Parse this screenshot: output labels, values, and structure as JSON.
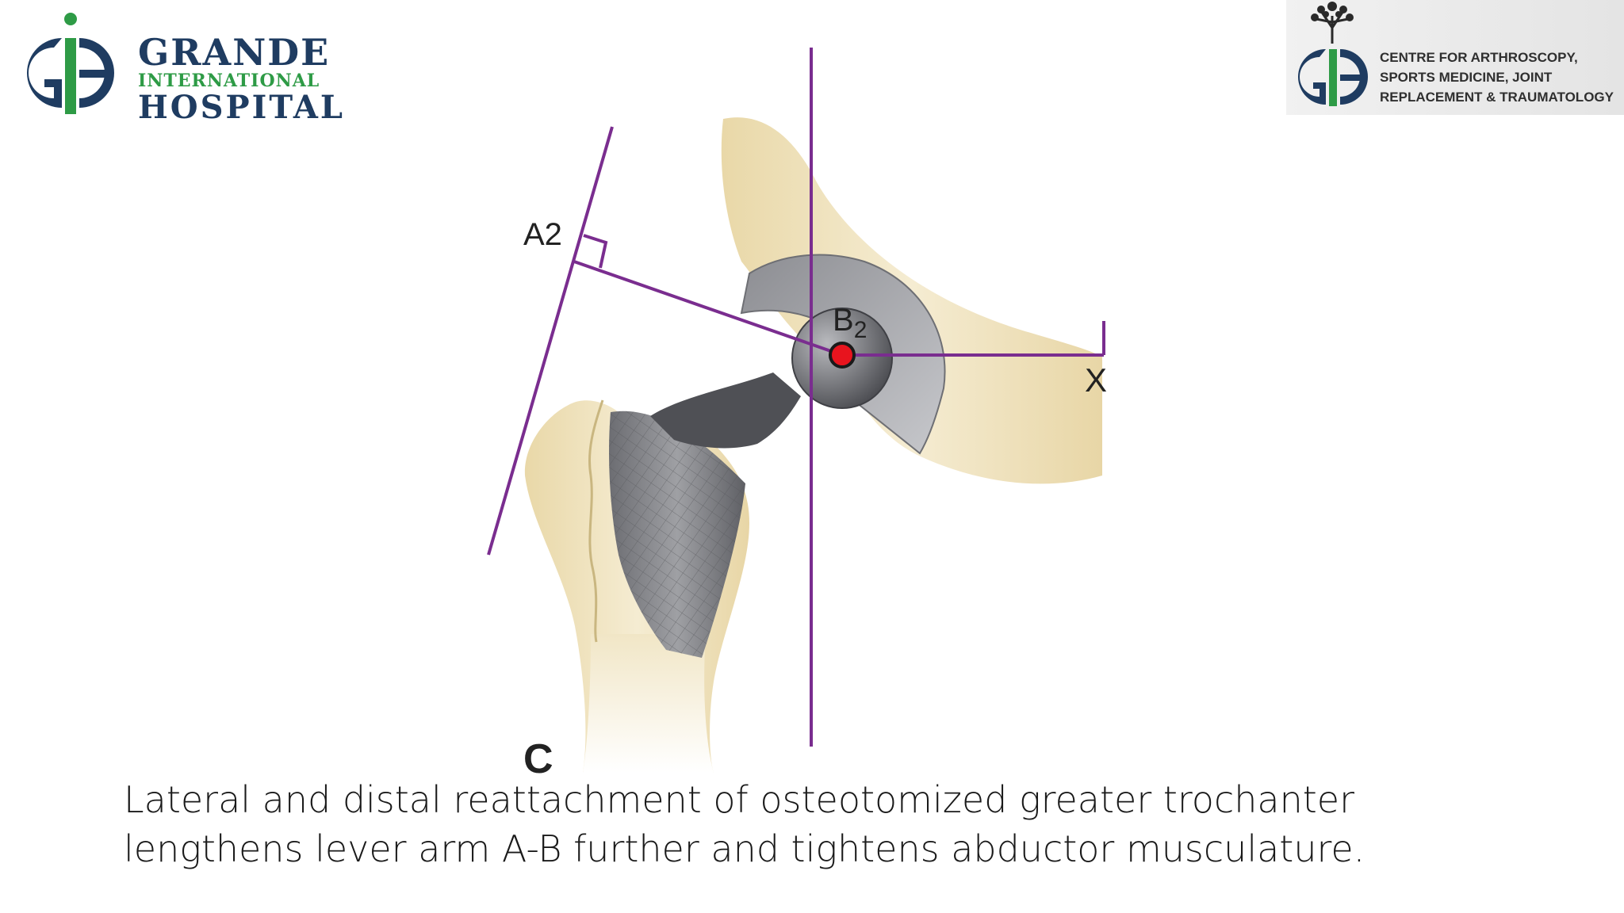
{
  "logo_left": {
    "line1": "GRANDE",
    "line2": "INTERNATIONAL",
    "line3": "HOSPITAL",
    "icon": "gih-logo-icon"
  },
  "logo_right": {
    "line1": "CENTRE FOR ARTHROSCOPY,",
    "line2": "SPORTS MEDICINE, JOINT",
    "line3": "REPLACEMENT & TRAUMATOLOGY",
    "icon": "tree-gih-logo-icon"
  },
  "diagram": {
    "label_a2": "A2",
    "label_b": "B",
    "label_b_sub": "2",
    "label_x": "X",
    "label_c": "C"
  },
  "caption": {
    "line1": "Lateral and distal reattachment of osteotomized greater trochanter",
    "line2": "lengthens lever arm A-B further and tightens abductor musculature."
  },
  "colors": {
    "line": "#7a2d8f",
    "center_dot": "#e8141e",
    "bone": "#efe2bd",
    "implant": "#6f7075"
  }
}
